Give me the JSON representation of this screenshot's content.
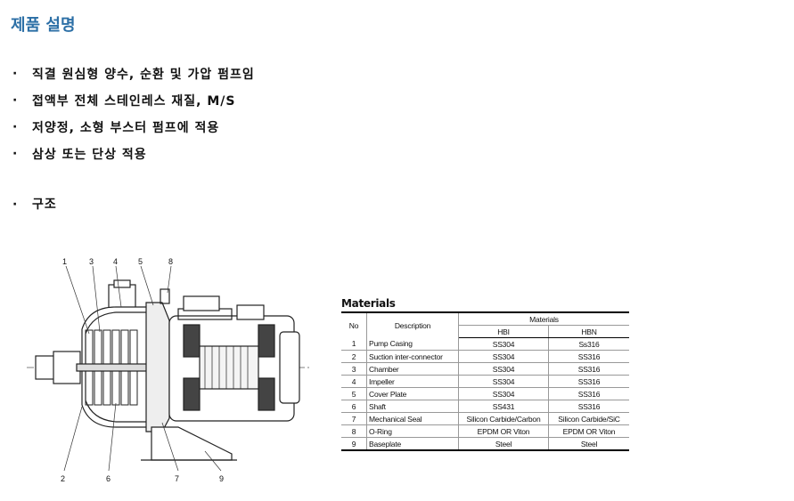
{
  "page": {
    "title": "제품 설명",
    "bullets": [
      "직결 원심형 양수, 순환 및 가압 펌프임",
      "접액부 전체 스테인레스 재질, M/S",
      "저양정, 소형 부스터 펌프에 적용",
      "삼상 또는 단상 적용"
    ],
    "bullet_marker": "·",
    "structure_label": "구조"
  },
  "diagram": {
    "callouts_top": [
      "1",
      "3",
      "4",
      "5",
      "8"
    ],
    "callouts_bottom": [
      "2",
      "6",
      "7",
      "9"
    ]
  },
  "materials": {
    "title": "Materials",
    "headers": {
      "no": "No",
      "description": "Description",
      "materials": "Materials",
      "hbi": "HBI",
      "hbn": "HBN"
    },
    "rows": [
      {
        "no": "1",
        "description": "Pump Casing",
        "hbi": "SS304",
        "hbn": "Ss316"
      },
      {
        "no": "2",
        "description": "Suction inter-connector",
        "hbi": "SS304",
        "hbn": "SS316"
      },
      {
        "no": "3",
        "description": "Chamber",
        "hbi": "SS304",
        "hbn": "SS316"
      },
      {
        "no": "4",
        "description": "Impeller",
        "hbi": "SS304",
        "hbn": "SS316"
      },
      {
        "no": "5",
        "description": "Cover Plate",
        "hbi": "SS304",
        "hbn": "SS316"
      },
      {
        "no": "6",
        "description": "Shaft",
        "hbi": "SS431",
        "hbn": "SS316"
      },
      {
        "no": "7",
        "description": "Mechanical Seal",
        "hbi": "Silicon Carbide/Carbon",
        "hbn": "Silicon Carbide/SiC"
      },
      {
        "no": "8",
        "description": "O-Ring",
        "hbi": "EPDM OR Viton",
        "hbn": "EPDM OR Viton"
      },
      {
        "no": "9",
        "description": "Baseplate",
        "hbi": "Steel",
        "hbn": "Steel"
      }
    ]
  }
}
